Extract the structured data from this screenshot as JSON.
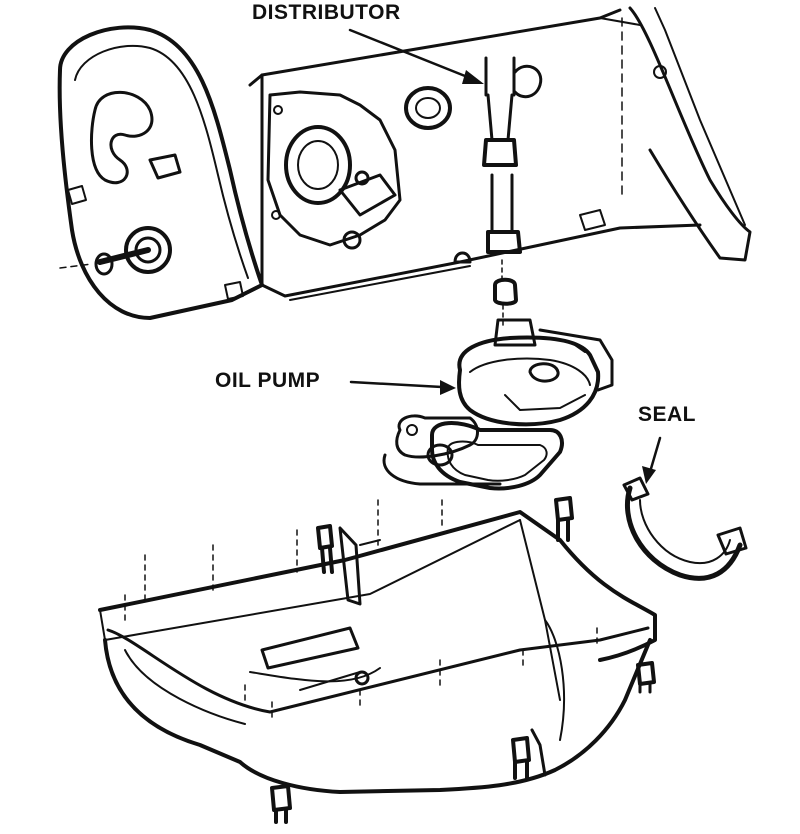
{
  "diagram": {
    "labels": {
      "distributor": "DISTRIBUTOR",
      "oil_pump": "OIL PUMP",
      "seal": "SEAL"
    },
    "colors": {
      "ink": "#111111",
      "paper": "#ffffff"
    }
  }
}
